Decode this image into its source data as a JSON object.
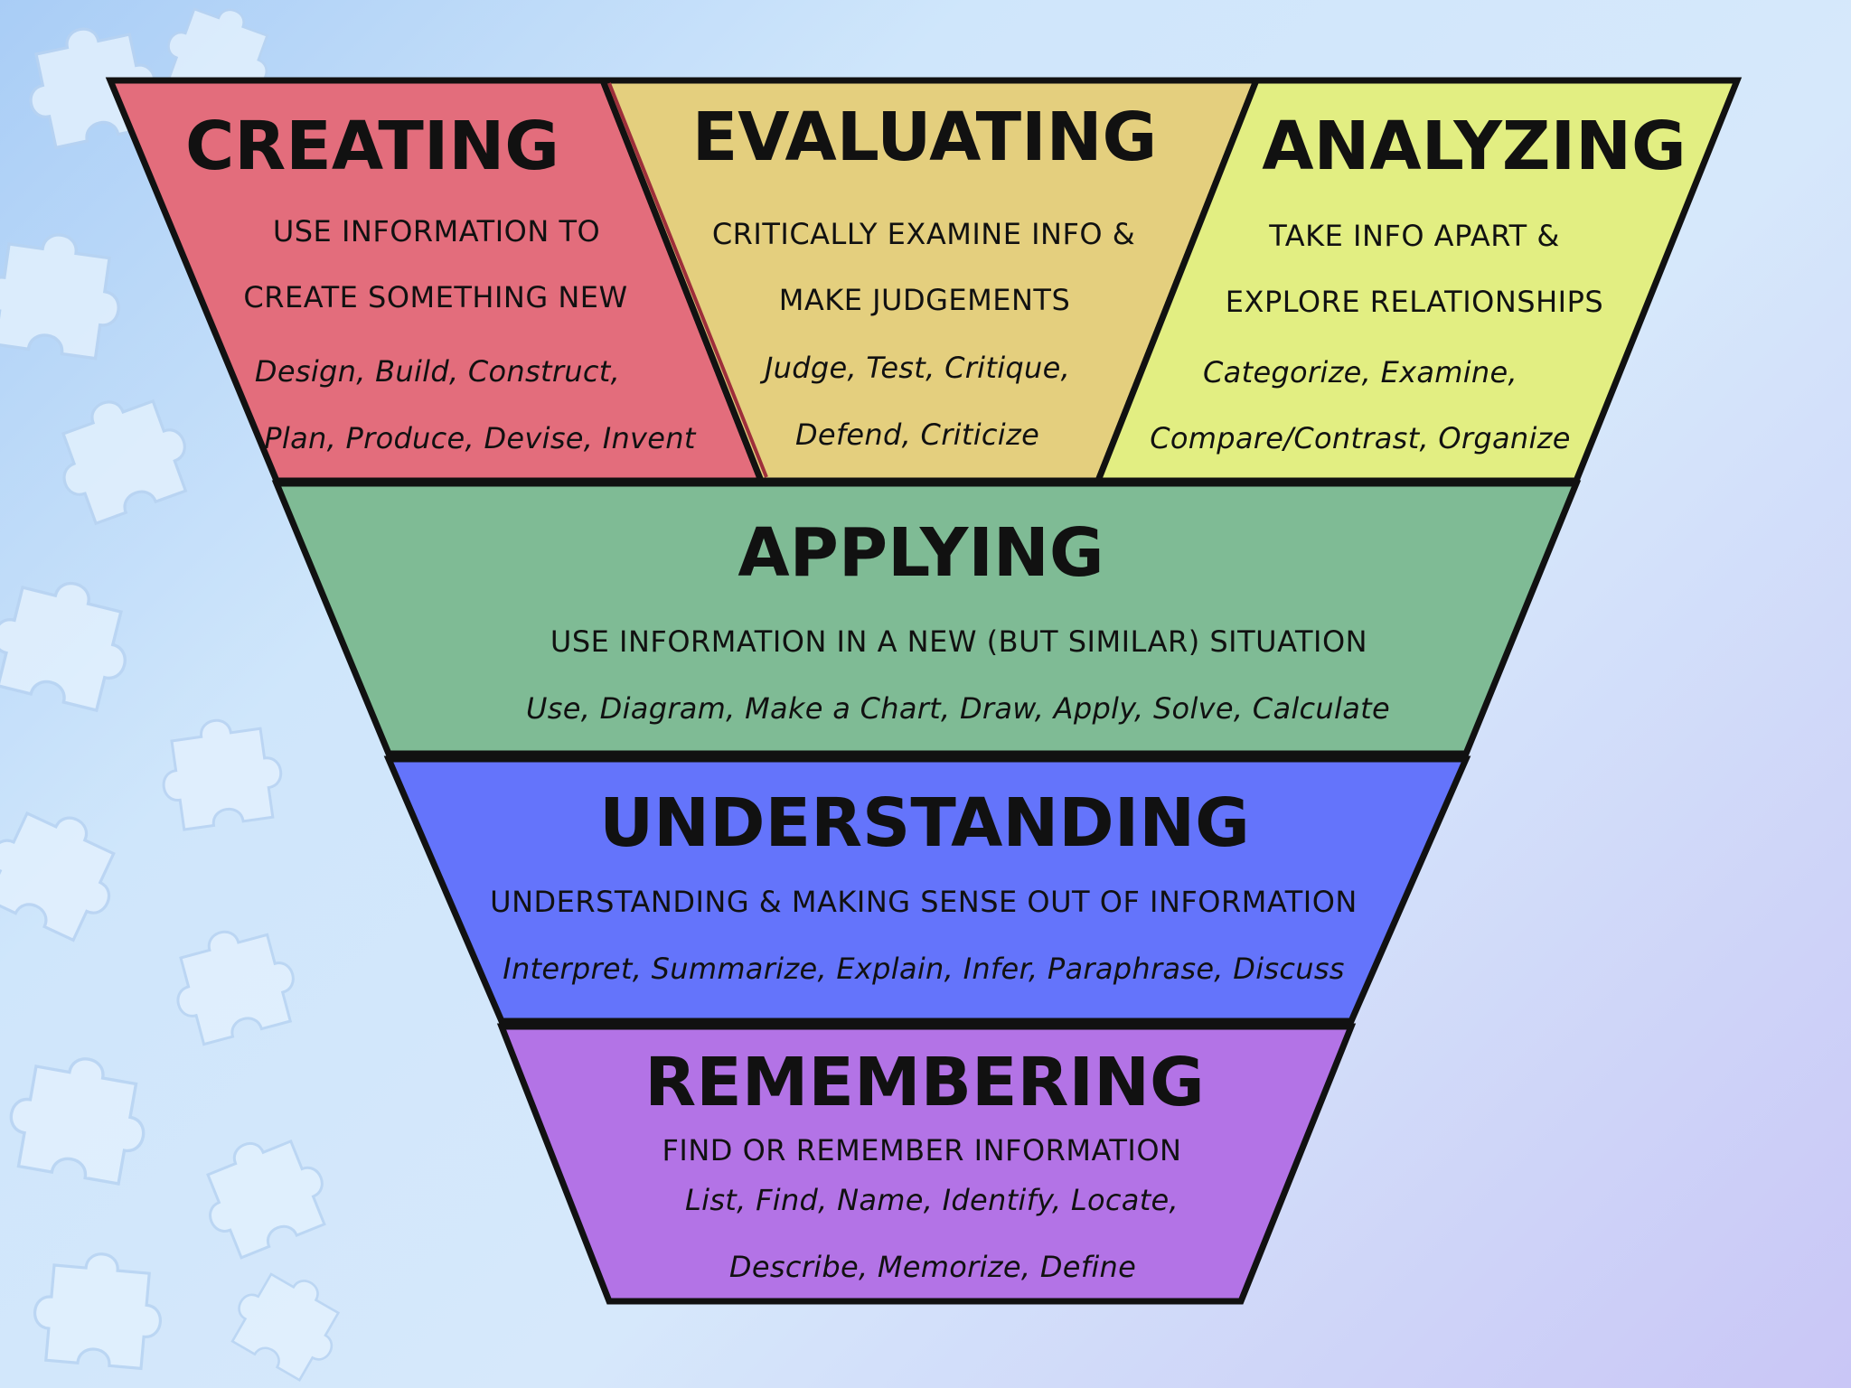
{
  "colors": {
    "creating": "#e36d7c",
    "evaluating": "#e4cf7e",
    "analyzing": "#e2ee82",
    "applying": "#7fbb95",
    "understanding": "#6474fb",
    "remembering": "#b373e6",
    "outline": "#111111"
  },
  "levels": {
    "creating": {
      "title": "CREATING",
      "desc_line1": "USE INFORMATION TO",
      "desc_line2": "CREATE SOMETHING NEW",
      "verbs_line1": "Design, Build, Construct,",
      "verbs_line2": "Plan, Produce, Devise, Invent"
    },
    "evaluating": {
      "title": "EVALUATING",
      "desc_line1": "CRITICALLY EXAMINE INFO &",
      "desc_line2": "MAKE JUDGEMENTS",
      "verbs_line1": "Judge, Test, Critique,",
      "verbs_line2": "Defend, Criticize"
    },
    "analyzing": {
      "title": "ANALYZING",
      "desc_line1": "TAKE INFO APART &",
      "desc_line2": "EXPLORE RELATIONSHIPS",
      "verbs_line1": "Categorize, Examine,",
      "verbs_line2": "Compare/Contrast, Organize"
    },
    "applying": {
      "title": "APPLYING",
      "desc_line1": "USE INFORMATION IN A NEW (BUT SIMILAR) SITUATION",
      "verbs_line1": "Use, Diagram, Make a Chart, Draw, Apply, Solve, Calculate"
    },
    "understanding": {
      "title": "UNDERSTANDING",
      "desc_line1": "UNDERSTANDING & MAKING SENSE OUT OF INFORMATION",
      "verbs_line1": "Interpret, Summarize, Explain, Infer, Paraphrase, Discuss"
    },
    "remembering": {
      "title": "REMEMBERING",
      "desc_line1": "FIND OR REMEMBER INFORMATION",
      "verbs_line1": "List, Find, Name, Identify, Locate,",
      "verbs_line2": "Describe, Memorize, Define"
    }
  }
}
